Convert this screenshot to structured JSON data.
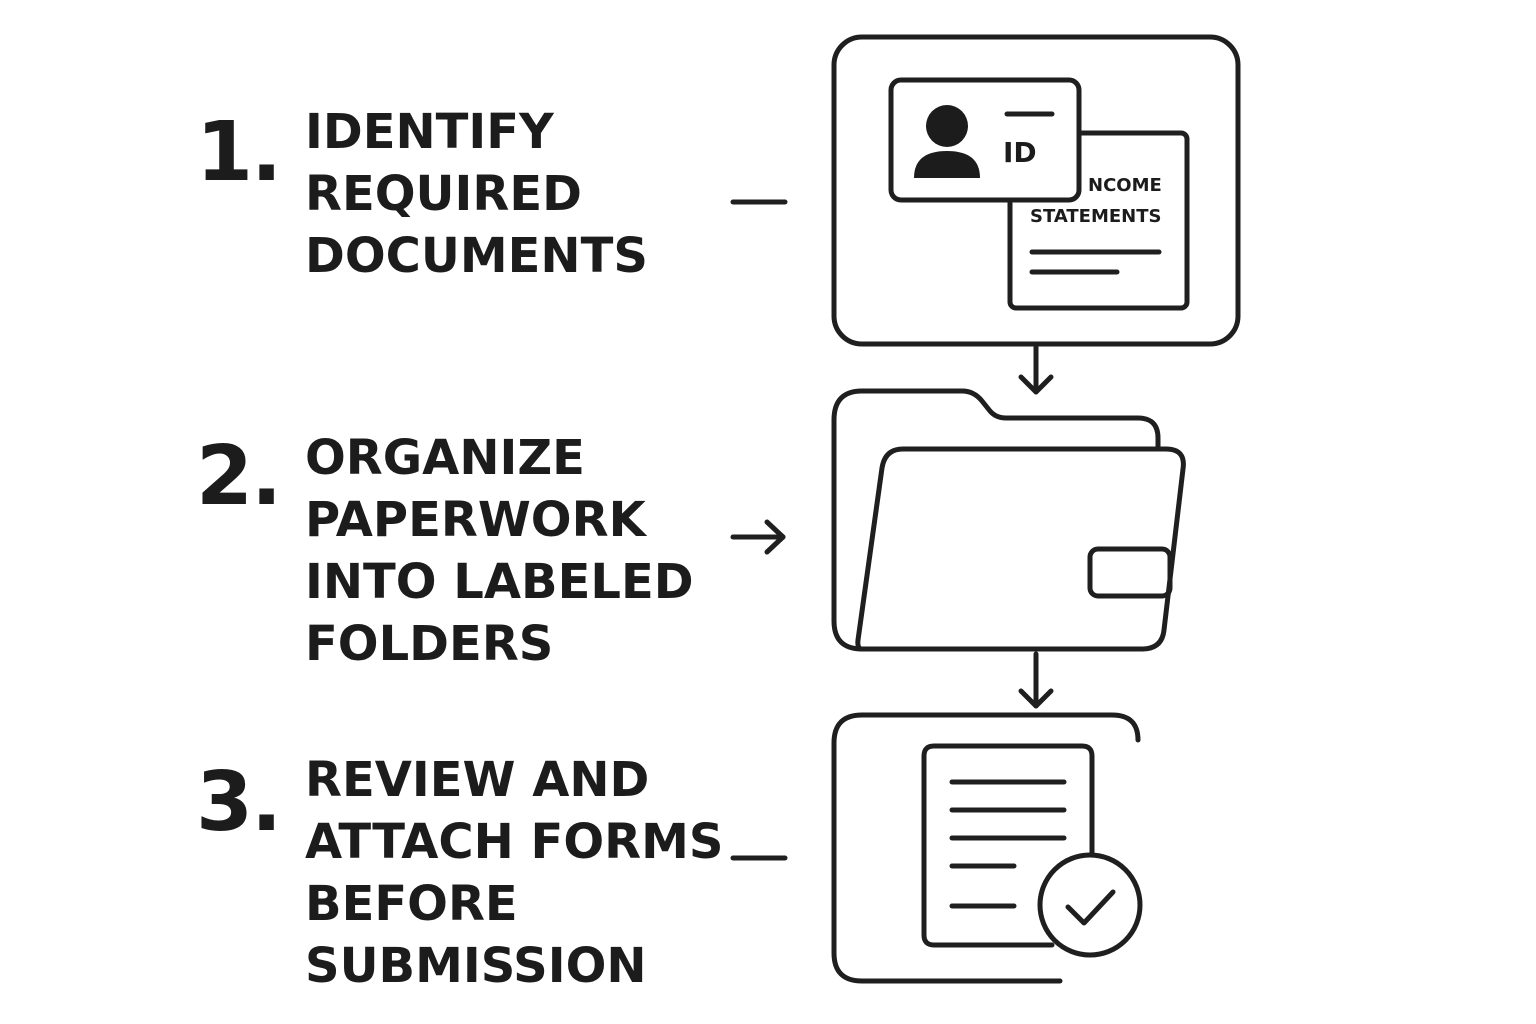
{
  "steps": [
    {
      "number": "1.",
      "lines": [
        "IDENTIFY",
        "REQUIRED",
        "DOCUMENTS"
      ]
    },
    {
      "number": "2.",
      "lines": [
        "ORGANIZE",
        "PAPERWORK",
        "INTO LABELED",
        "FOLDERS"
      ]
    },
    {
      "number": "3.",
      "lines": [
        "REVIEW AND",
        "ATTACH FORMS",
        "BEFORE",
        "SUBMISSION"
      ]
    }
  ],
  "panel1": {
    "id_card_label": "ID",
    "income_doc_line1": "NCOME",
    "income_doc_line2": "STATEMENTS"
  },
  "icons": [
    "id-card-icon",
    "person-icon",
    "income-statement-document-icon",
    "folder-icon",
    "document-icon",
    "checkmark-icon",
    "arrow-down-icon",
    "arrow-right-icon"
  ]
}
